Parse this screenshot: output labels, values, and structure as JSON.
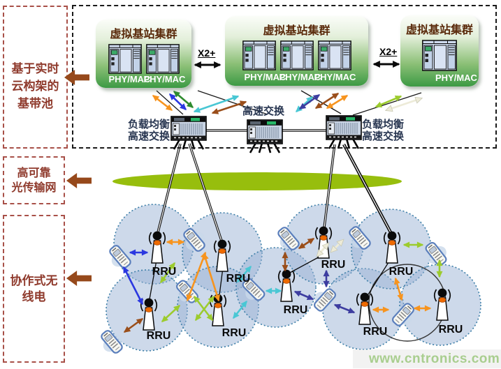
{
  "left_panel": {
    "boxes": [
      {
        "lines": [
          "基于实时",
          "云构架的",
          "基带池"
        ]
      },
      {
        "lines": [
          "高可靠",
          "光传输网"
        ]
      },
      {
        "lines": [
          "协作式无",
          "线电"
        ]
      }
    ]
  },
  "baseband": {
    "cluster_title": "虚拟基站集群",
    "phy_mac": "PHY/MAC",
    "x2_label": "X2+"
  },
  "switching": {
    "left_switch_label": [
      "负载均衡",
      "高速交换"
    ],
    "middle_switch_label": "高速交换",
    "right_switch_label": [
      "负载均衡",
      "高速交换"
    ]
  },
  "radio": {
    "rru_label": "RRU"
  },
  "watermark": "www.cntronics.com",
  "icons": {
    "server": "server-rack-icon",
    "switch": "ethernet-switch-icon",
    "antenna": "rru-antenna-icon",
    "phone": "mobile-phone-icon",
    "flow_arrow": "left-block-arrow-icon"
  },
  "colors": {
    "red_dashed_border": "#A85048",
    "red_text": "#8F3A2C",
    "flow_arrow_brown": "#96491B",
    "cluster_green": "#3C9A44",
    "cluster_title_brown": "#5A2A0B",
    "optical_ellipse_green": "#97BE0D",
    "coverage_circle_blue": "#BCCDE4",
    "watermark_green": "#A9CE8F",
    "link_orange": "#F7941E",
    "link_blue": "#2B38E0",
    "link_green": "#2E8B2E",
    "link_yellowgreen": "#9CCB2E",
    "link_cyan": "#49C7D4",
    "link_brown": "#9A4E1A",
    "link_indigo": "#3D3DA0",
    "link_cream": "#EDEBD8"
  }
}
